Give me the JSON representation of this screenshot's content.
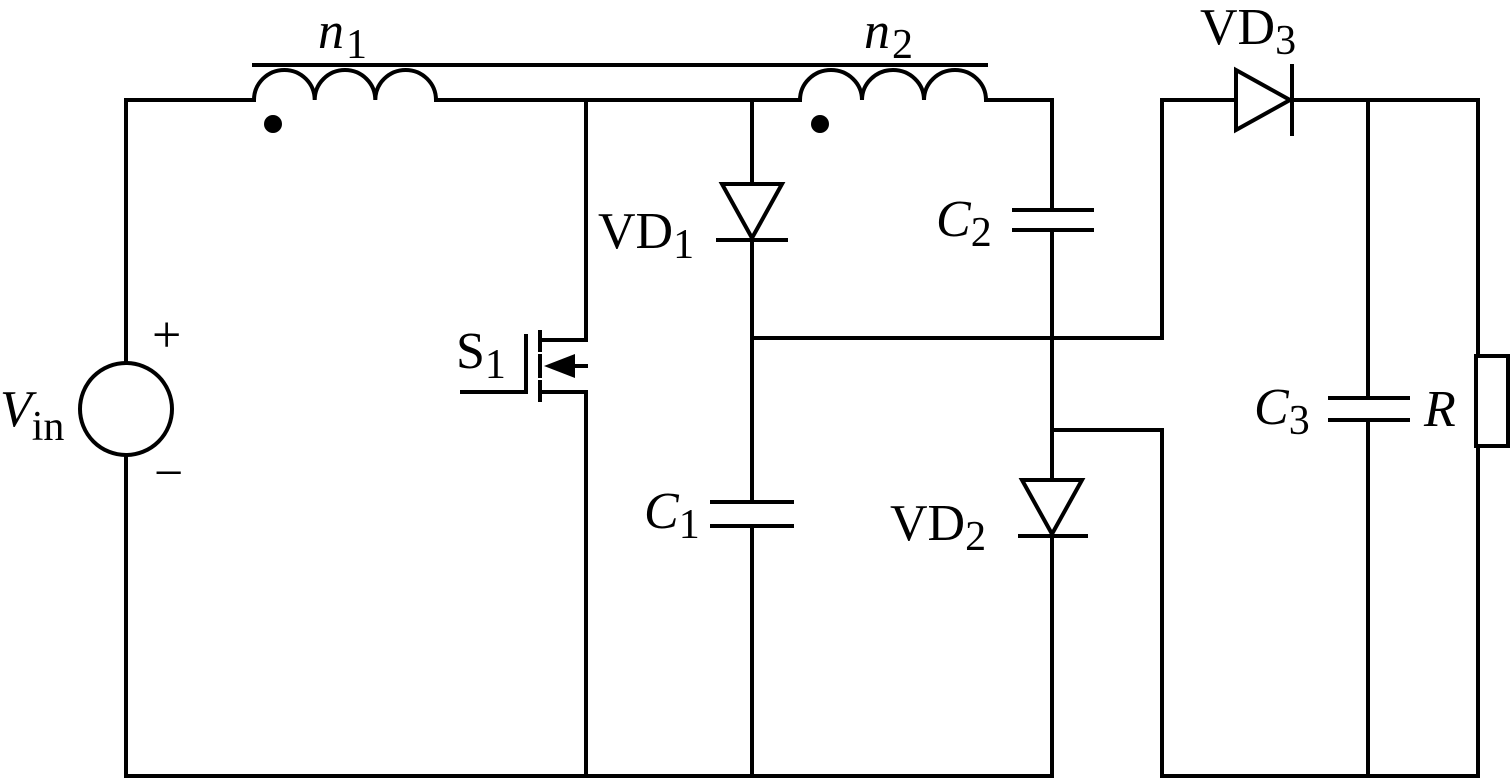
{
  "diagram": {
    "type": "circuit-schematic",
    "colors": {
      "line": "#000000",
      "background": "#ffffff"
    },
    "labels": {
      "n1": {
        "main": "n",
        "sub": "1"
      },
      "n2": {
        "main": "n",
        "sub": "2"
      },
      "vd1": {
        "main": "VD",
        "sub": "1"
      },
      "vd2": {
        "main": "VD",
        "sub": "2"
      },
      "vd3": {
        "main": "VD",
        "sub": "3"
      },
      "c1": {
        "main": "C",
        "sub": "1"
      },
      "c2": {
        "main": "C",
        "sub": "2"
      },
      "c3": {
        "main": "C",
        "sub": "3"
      },
      "s1": {
        "main": "S",
        "sub": "1"
      },
      "vin": {
        "main": "V",
        "sub": "in"
      },
      "r": "R",
      "plus": "+",
      "minus": "−"
    },
    "components": [
      {
        "id": "vin",
        "kind": "voltage-source"
      },
      {
        "id": "n1",
        "kind": "coupled-inductor-winding"
      },
      {
        "id": "n2",
        "kind": "coupled-inductor-winding"
      },
      {
        "id": "s1",
        "kind": "mosfet-switch"
      },
      {
        "id": "vd1",
        "kind": "diode"
      },
      {
        "id": "vd2",
        "kind": "diode"
      },
      {
        "id": "vd3",
        "kind": "diode"
      },
      {
        "id": "c1",
        "kind": "capacitor"
      },
      {
        "id": "c2",
        "kind": "capacitor"
      },
      {
        "id": "c3",
        "kind": "capacitor"
      },
      {
        "id": "r",
        "kind": "resistor"
      }
    ]
  }
}
